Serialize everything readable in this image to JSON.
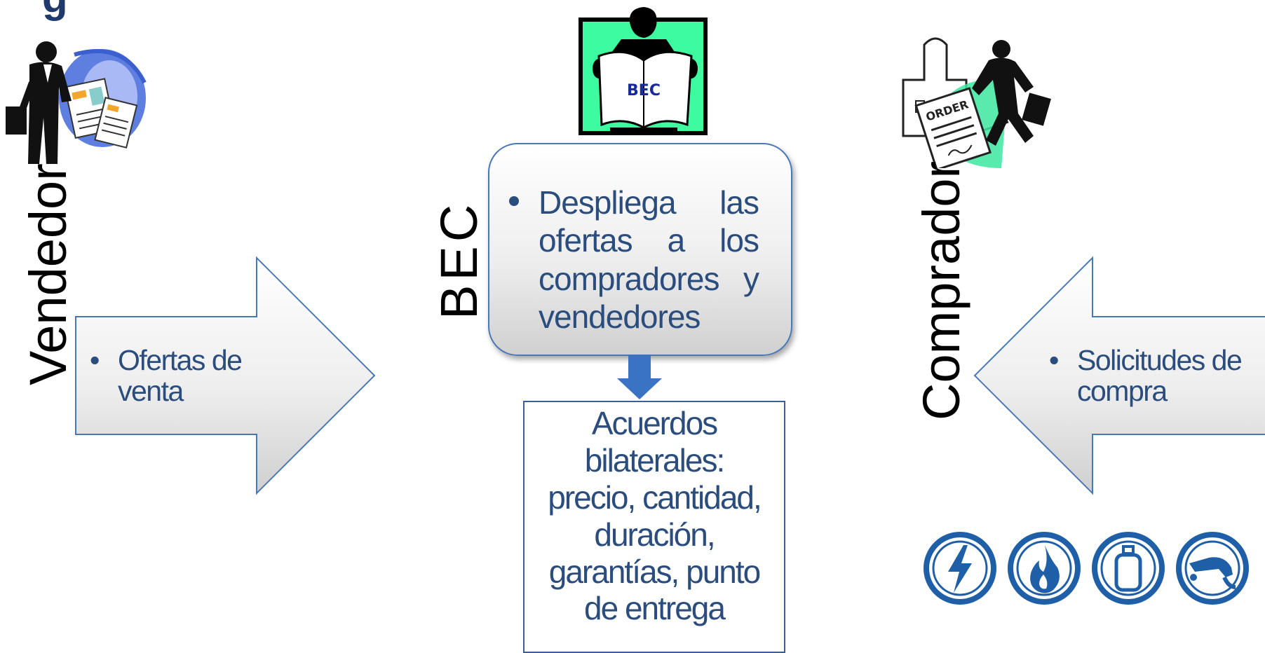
{
  "page": {
    "title_fragment": "g"
  },
  "seller": {
    "label": "Vendedor",
    "arrow_bullet": "Ofertas de venta",
    "arrow_line1": "Ofertas de",
    "arrow_line2": "venta",
    "icon": "businessman-with-newspapers-icon"
  },
  "platform": {
    "label": "BEC",
    "logo_text": "BEC",
    "bullet_words": [
      "Despliega",
      "las",
      "ofertas",
      "a",
      "los",
      "compradores",
      "y",
      "vendedores"
    ],
    "icon": "person-reading-newspaper-icon"
  },
  "result": {
    "text": "Acuerdos bilaterales: precio, cantidad, duración, garantías, punto de entrega",
    "lines": [
      "Acuerdos",
      "bilaterales:",
      "precio, cantidad,",
      "duración,",
      "garantías, punto",
      "de entrega"
    ]
  },
  "buyer": {
    "label": "Comprador",
    "arrow_bullet": "Solicitudes de compra",
    "arrow_line1": "Solicitudes de",
    "arrow_line2": "compra",
    "icon": "businessman-with-order-icon",
    "order_text": "ORDER"
  },
  "energy_icons": [
    "electricity-icon",
    "natural-gas-flame-icon",
    "lp-gas-cylinder-icon",
    "fuel-pump-nozzle-icon"
  ],
  "colors": {
    "text_blue": "#2b4d7e",
    "border_blue": "#4a78b5",
    "icon_blue": "#1f5fa8",
    "logo_green": "#3dfca0",
    "title_blue": "#1f3a6b"
  }
}
